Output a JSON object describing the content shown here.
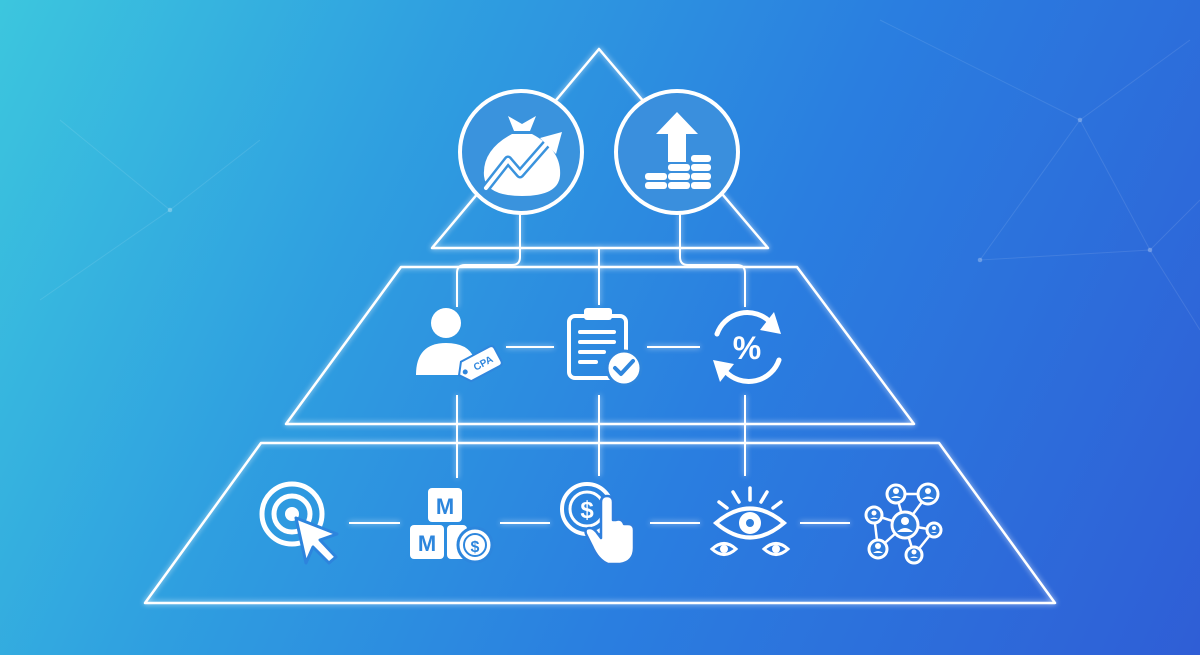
{
  "diagram": {
    "type": "pyramid",
    "tiers": [
      {
        "level": "top",
        "icons": [
          "money-bag-growth-icon",
          "arrow-up-coins-icon"
        ]
      },
      {
        "level": "middle",
        "icons": [
          "user-cpa-tag-icon",
          "clipboard-check-icon",
          "percent-cycle-icon"
        ]
      },
      {
        "level": "bottom",
        "icons": [
          "click-cursor-icon",
          "mm-blocks-dollar-icon",
          "dollar-touch-icon",
          "eye-watch-icon",
          "network-people-icon"
        ]
      }
    ]
  },
  "labels": {
    "cpa_tag": "CPA",
    "percent": "%",
    "dollar": "$",
    "block_m1": "M",
    "block_m2": "M"
  },
  "colors": {
    "bg_start": "#3cc6de",
    "bg_end": "#2f5ed6",
    "line": "#ffffff"
  }
}
